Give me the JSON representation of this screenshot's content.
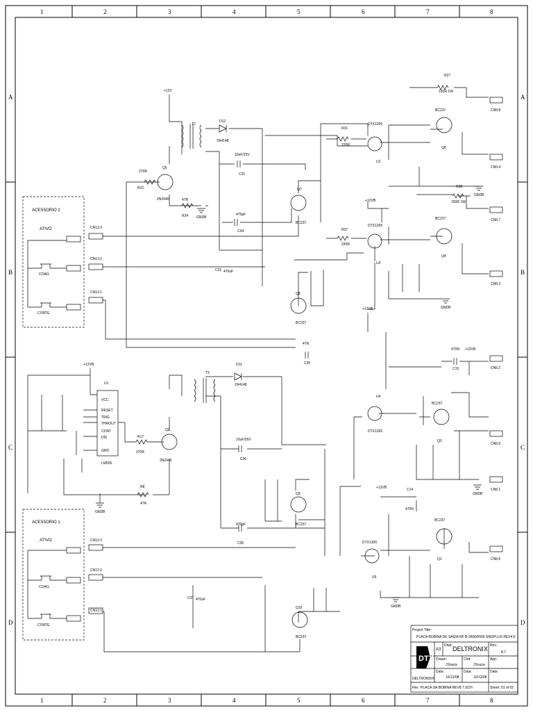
{
  "border": {
    "columns": [
      "1",
      "2",
      "3",
      "4",
      "5",
      "6",
      "7",
      "8"
    ],
    "rows": [
      "A",
      "B",
      "C",
      "D"
    ]
  },
  "blocks": {
    "acessorio_2": {
      "title": "ACESSORIO 2",
      "subtitle": "ATIVO",
      "switch1": "COAG",
      "switch2": "CORTE"
    },
    "acessorio_1": {
      "title": "ACESSORIO 1",
      "subtitle": "ATIVO",
      "switch1": "COAG",
      "switch2": "CORTE"
    }
  },
  "power_labels": {
    "p12v_top": "+12V",
    "p12vb_left": "+12VB",
    "p12vb_r1": "+12VB",
    "p12vb_r2": "+12VB",
    "p12vb_r3": "+12VB",
    "p12vb_r4": "+12VB",
    "gnd": "GNDB"
  },
  "components": {
    "U1": "U1",
    "U1_part": "LM555",
    "U1_pins": [
      "VCC",
      "RESET",
      "TRIG",
      "THROUT",
      "CONT",
      "DIS",
      "GND"
    ],
    "R27": "R27",
    "R27_val": "150R 1W",
    "R28": "R28",
    "R28_val": "150R 1W",
    "R31": "R31",
    "R31_val": "220R",
    "R37": "R37",
    "R37_val": "220R",
    "R22": "R22",
    "R22_val": "270R",
    "R17": "R17",
    "R17_val": "270R",
    "R24": "R24",
    "R24_val": "47R",
    "R8": "R8",
    "R8_val": "47R",
    "D12": "D12",
    "D12_part": "1N4148",
    "D11": "D11",
    "D11_part": "1N4148",
    "Q5": "Q5",
    "Q5_part": "2N2440",
    "Q2": "Q2",
    "Q2_part": "2N2440",
    "Q7": "Q7",
    "Q8": "Q8",
    "Q9": "Q9",
    "Q10": "Q10",
    "Q6": "Q6",
    "Q4": "Q4",
    "Q3": "Q3",
    "Q1": "Q1",
    "bc": "BC237",
    "U2": "U2",
    "U3": "U3",
    "U4": "U4",
    "U5": "U5",
    "dtx": "DTX1265",
    "T2": "T2",
    "T3": "T3",
    "C31": "C31",
    "C31_val": "10uF/25V",
    "C36": "C36",
    "C36_val": "10uF/25V",
    "C34": "C34",
    "C34_val": "470pF",
    "C35_val": "470pF",
    "C35b": "C35",
    "C35": "C35",
    "C35_val2": "47N",
    "C15": "C15",
    "C15_val": "470N",
    "C14": "C14",
    "C14_val": "470N",
    "C32": "C32",
    "C37": "C37",
    "cap470uf": "470uF"
  },
  "connectors": {
    "cn13_3": "CN13:3",
    "cn13_2": "CN13:2",
    "cn13_1": "CN13:1",
    "cn12_3": "CN12:3",
    "cn12_2": "CN12:2",
    "cn12_1": "CN12:1",
    "cn5_8": "CN5:8",
    "cn5_4": "CN5:4",
    "cn5_7": "CN5:7",
    "cn5_3": "CN5:3",
    "cn5_2": "CN5:2",
    "cn5_5": "CN5:5",
    "cn5_1": "CN5:1",
    "cn5_6": "CN5:6"
  },
  "title_block": {
    "project_title_label": "Project Title:",
    "project_title": "PLACA BOBINA DE SAIDA RF B-3500/6500 SMSPLUS REV4.6",
    "size": "A3",
    "company_label": "Dept:",
    "company": "DELTRONIX",
    "rev_label": "Rev.:",
    "rev": "8.7",
    "drawn_label": "Drawn:",
    "drawn_by": "JSouza",
    "chk_label": "Chd:",
    "chk_by": "JSouza",
    "app_label": "App:",
    "date_label": "Date:",
    "date1": "10/12/08",
    "date2": "10/12/08",
    "date3_label": "Date:",
    "file_label": "File:",
    "file": "PLACA DA BOBINA REV8 7.SCH",
    "sheet_label": "Sheet:",
    "sheet": "01 of 02",
    "logo_text": "DELTRONIX®"
  }
}
